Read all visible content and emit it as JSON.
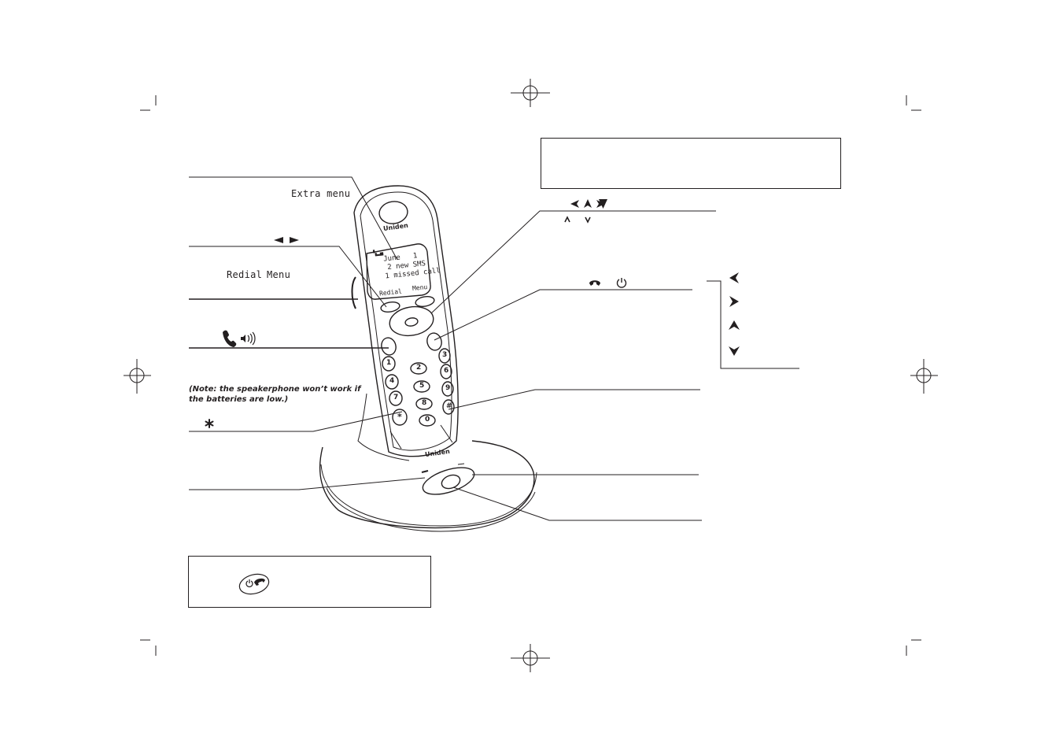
{
  "callouts": {
    "display_softkey": "Extra menu",
    "softkey_left": "Redial",
    "softkey_right": "Menu",
    "speakerphone_note_line1": "(Note: the speakerphone won’t work if",
    "speakerphone_note_line2": "the batteries are low.)"
  },
  "handset_screen": {
    "date": "June   1",
    "sms": "2 new SMS",
    "missed": "1 missed call",
    "softkey_left": "Redial",
    "softkey_right": "Menu"
  },
  "handset_brand": "Uniden",
  "base_brand": "Uniden",
  "keypad": {
    "keys": [
      "1",
      "2",
      "3",
      "4",
      "5",
      "6",
      "7",
      "8",
      "9",
      "*",
      "0",
      "#"
    ]
  },
  "icons": {
    "nav_arrows": "nav-four-arrows-icon",
    "talk": "talk-handset-icon",
    "speaker": "speaker-icon",
    "end": "end-call-icon",
    "power": "power-icon",
    "star": "star-key-icon",
    "page": "page-antenna-icon"
  },
  "colors": {
    "ink": "#231f20",
    "background": "#ffffff"
  }
}
